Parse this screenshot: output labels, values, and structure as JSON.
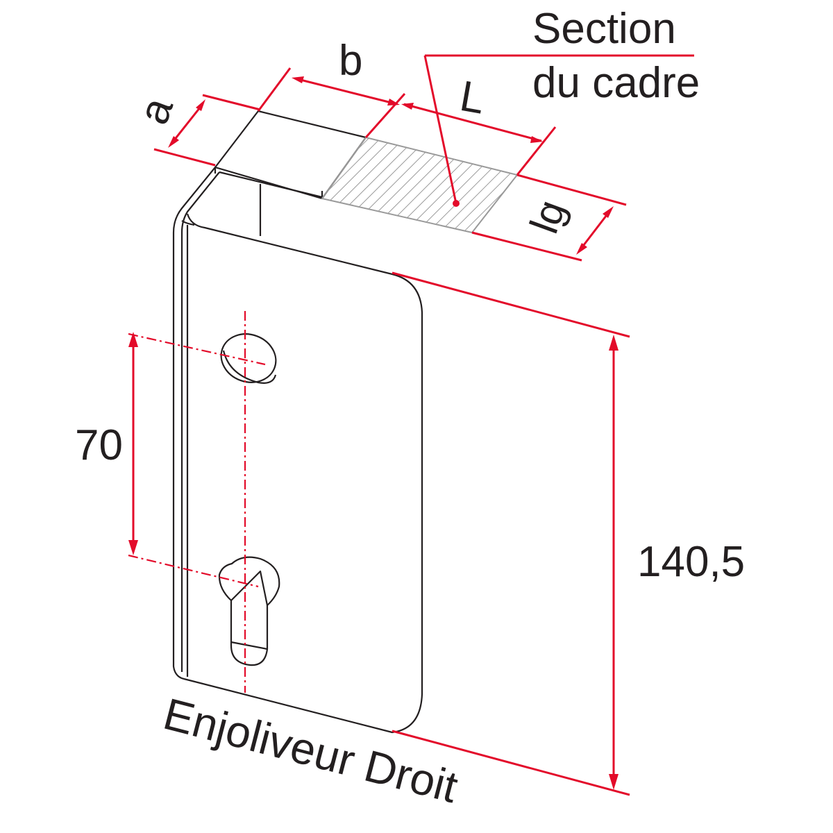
{
  "labels": {
    "section_line1": "Section",
    "section_line2": "du cadre",
    "dim_a": "a",
    "dim_b": "b",
    "dim_L": "L",
    "dim_lg": "lg",
    "dim_70": "70",
    "dim_height": "140,5",
    "caption": "Enjoliveur Droit"
  },
  "colors": {
    "dimension": "#e30b2a",
    "outline": "#231f20",
    "hatch": "#9a9a9a"
  }
}
